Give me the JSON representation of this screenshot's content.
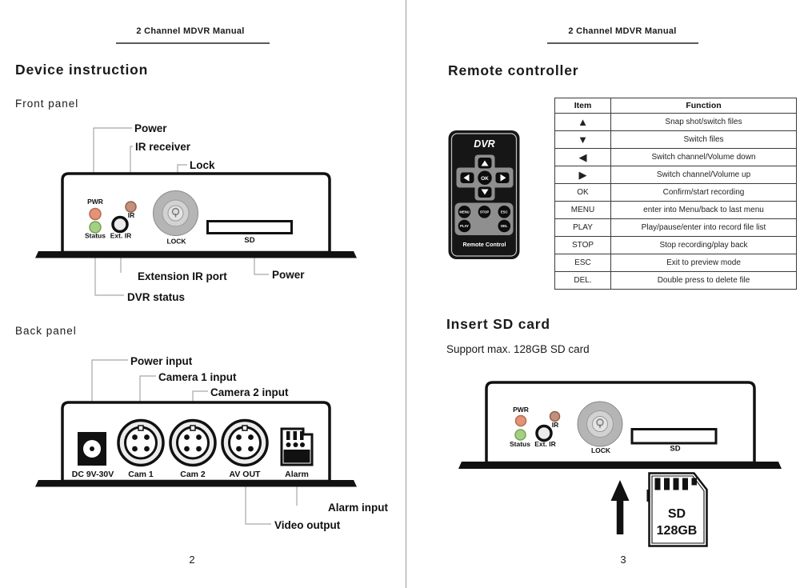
{
  "pages": {
    "left": {
      "header": "2 Channel MDVR Manual",
      "title": "Device instruction",
      "page_number": "2",
      "front_panel": {
        "caption": "Front panel",
        "callouts_top": [
          "Power",
          "IR receiver",
          "Lock"
        ],
        "labels": {
          "pwr": "PWR",
          "status": "Status",
          "ext_ir": "Ext. IR",
          "ir": "IR",
          "lock": "LOCK",
          "sd": "SD"
        },
        "callouts_bottom": [
          "Extension IR port",
          "Power",
          "DVR status"
        ]
      },
      "back_panel": {
        "caption": "Back  panel",
        "callouts_top": [
          "Power input",
          "Camera 1 input",
          "Camera 2 input"
        ],
        "labels": {
          "dc": "DC 9V-30V",
          "cam1": "Cam 1",
          "cam2": "Cam 2",
          "avout": "AV OUT",
          "alarm": "Alarm"
        },
        "callouts_bottom": [
          "Alarm input",
          "Video output"
        ]
      }
    },
    "right": {
      "header": "2 Channel MDVR Manual",
      "title": "Remote  controller",
      "page_number": "3",
      "remote": {
        "brand": "DVR",
        "ok": "OK",
        "menu": "MENU",
        "stop": "STOP",
        "esc": "ESC",
        "play": "PLAY",
        "del": "DEL",
        "footer": "Remote Control"
      },
      "table": {
        "headers": [
          "Item",
          "Function"
        ],
        "rows": [
          {
            "item": "▲",
            "function": "Snap shot/switch files"
          },
          {
            "item": "▼",
            "function": "Switch files"
          },
          {
            "item": "◀",
            "function": "Switch channel/Volume down"
          },
          {
            "item": "▶",
            "function": "Switch channel/Volume up"
          },
          {
            "item": "OK",
            "function": "Confirm/start recording"
          },
          {
            "item": "MENU",
            "function": "enter into Menu/back to last menu"
          },
          {
            "item": "PLAY",
            "function": "Play/pause/enter into record file list"
          },
          {
            "item": "STOP",
            "function": "Stop recording/play back"
          },
          {
            "item": "ESC",
            "function": "Exit to preview mode"
          },
          {
            "item": "DEL.",
            "function": "Double press to delete file"
          }
        ]
      },
      "sd_section": {
        "title": "Insert SD card",
        "subtitle": "Support max. 128GB SD card",
        "labels": {
          "pwr": "PWR",
          "status": "Status",
          "ext_ir": "Ext. IR",
          "ir": "IR",
          "lock": "LOCK",
          "sd": "SD"
        },
        "card_line1": "SD",
        "card_line2": "128GB"
      }
    }
  },
  "colors": {
    "led_power": "#e39478",
    "led_power_edge": "#b96a50",
    "led_status": "#a5d083",
    "led_status_edge": "#76a257",
    "led_ir": "#c2917c",
    "led_ir_edge": "#93604f"
  }
}
